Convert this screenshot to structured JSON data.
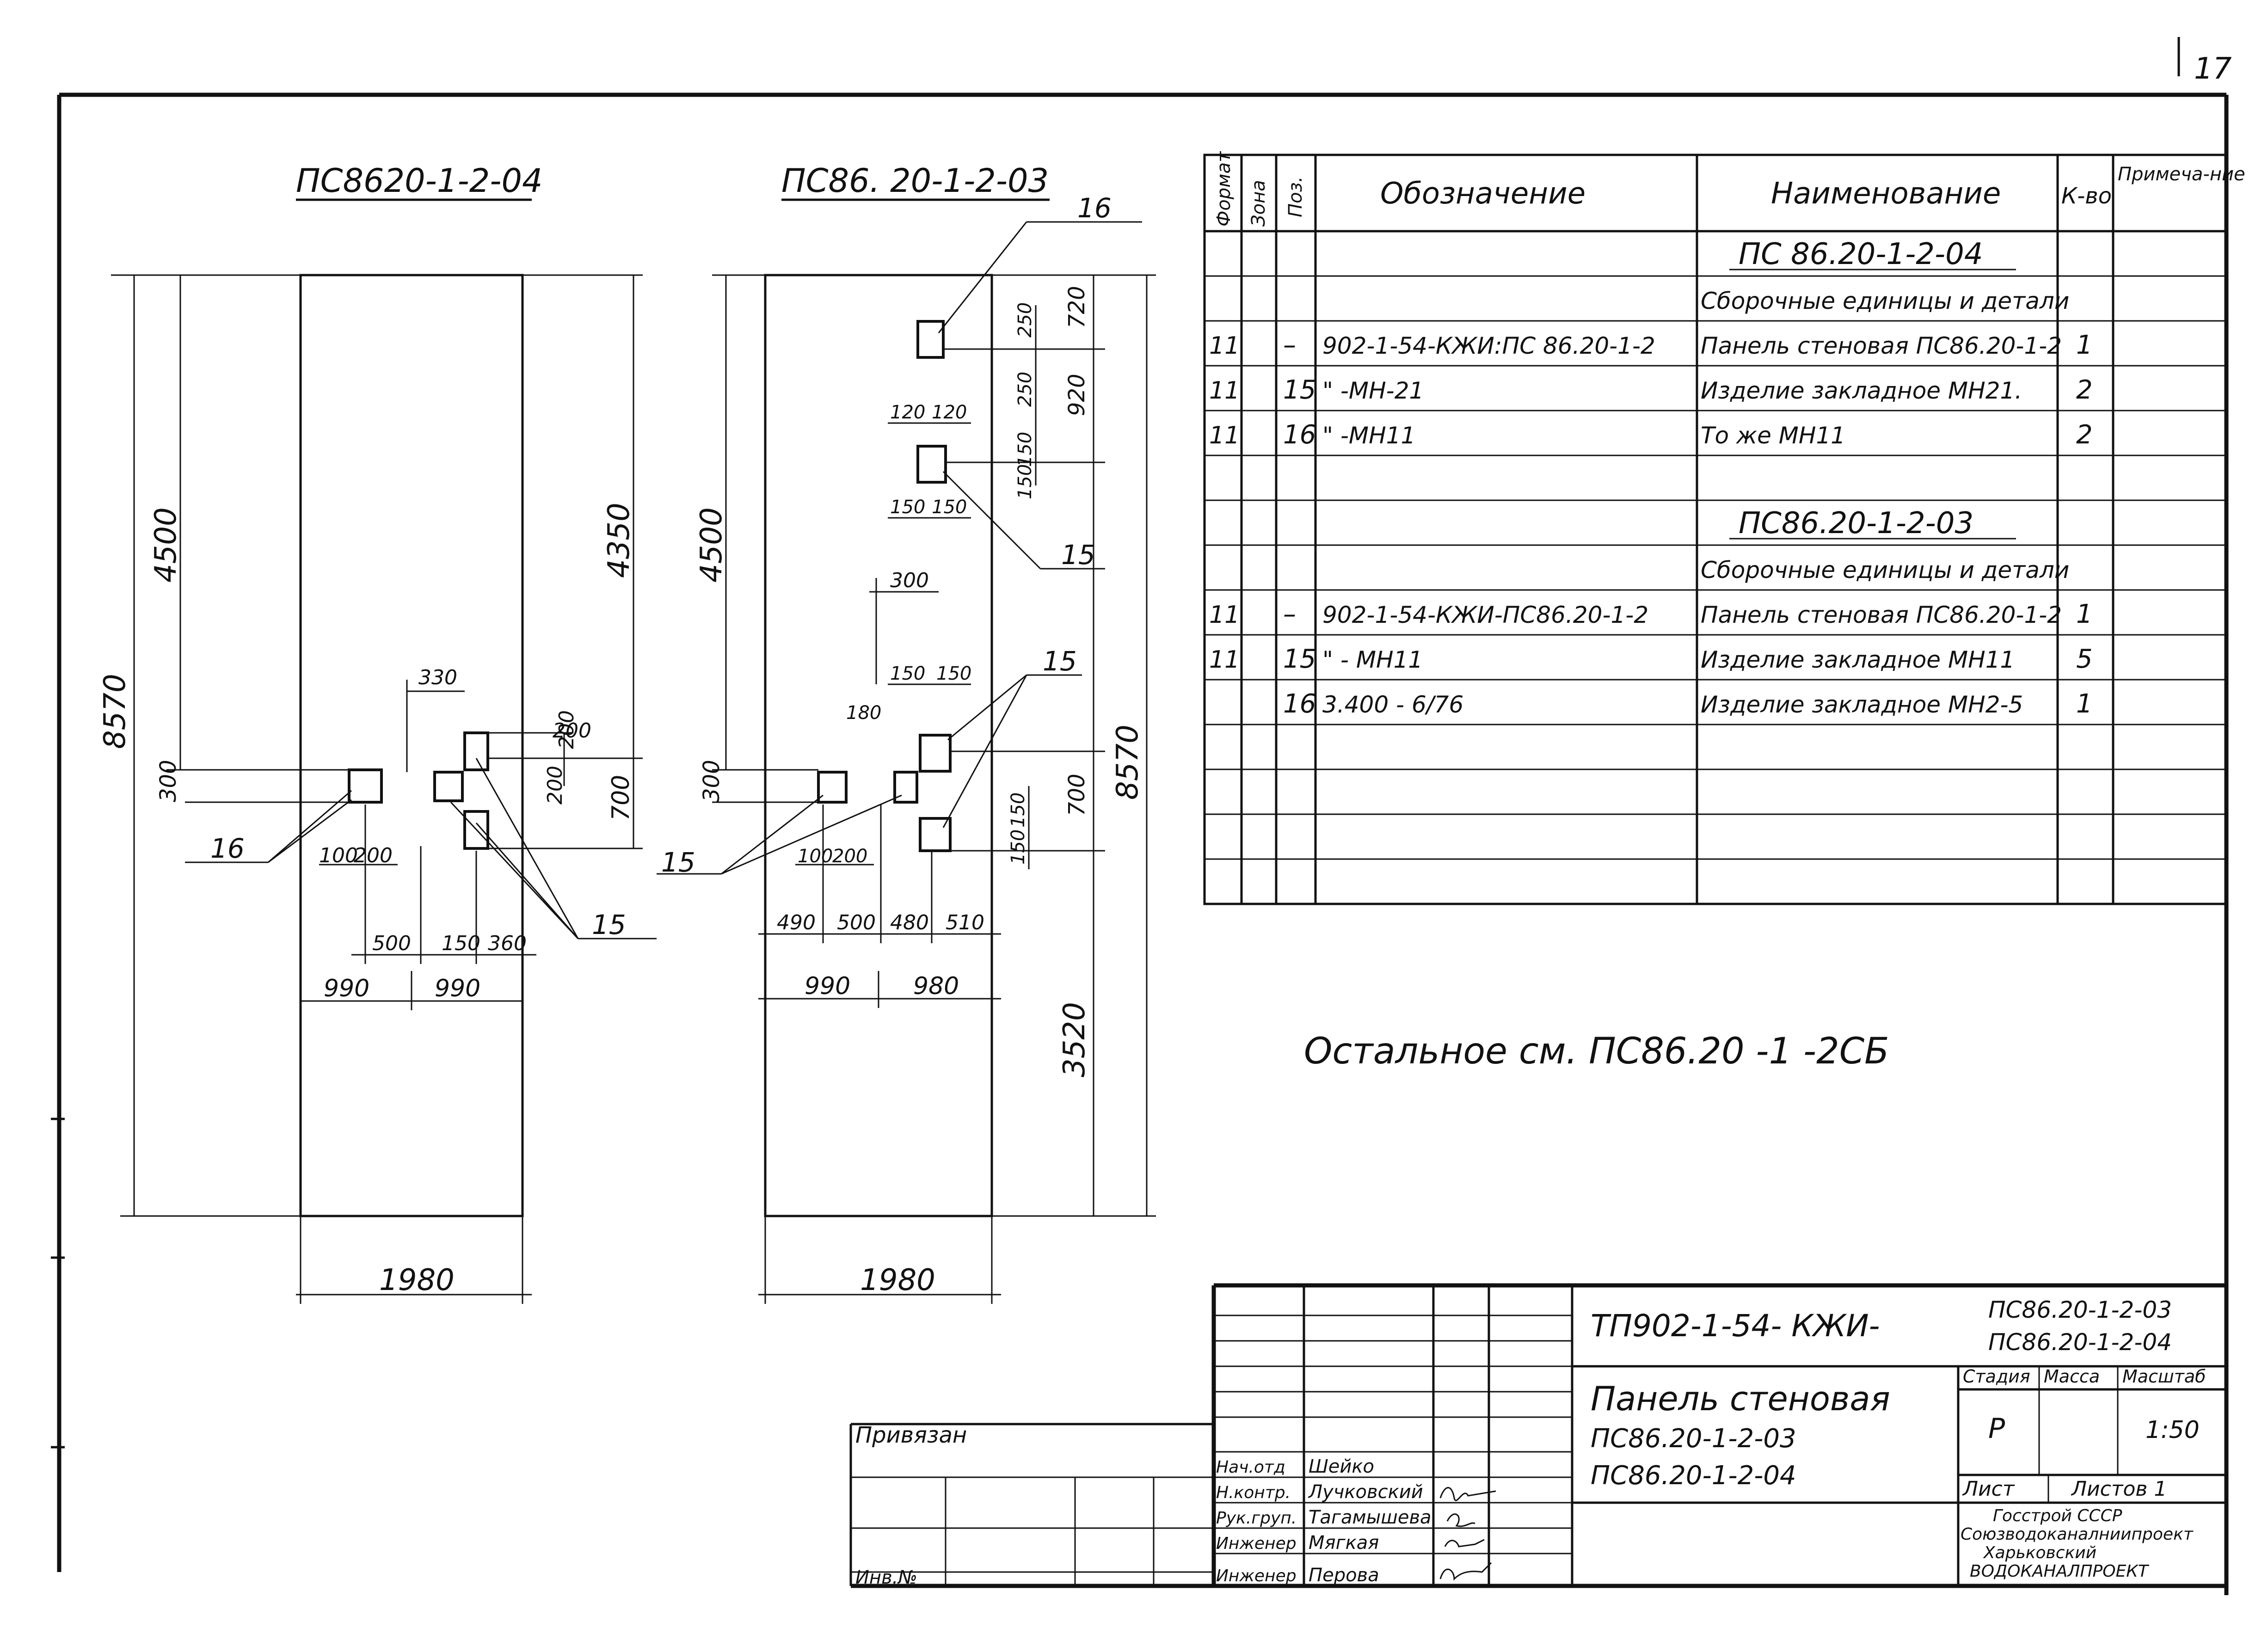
{
  "sheet": {
    "page_number": "17"
  },
  "drawings": {
    "left": {
      "title": "ПС8620-1-2-04",
      "dims": {
        "total_height": "8570",
        "upper_height": "4500",
        "right_height": "4350",
        "small_300": "300",
        "d_330": "330",
        "d_200a": "200",
        "d_200b": "200",
        "d_200c": "200",
        "d_700": "700",
        "d_100": "100",
        "d_200d": "200",
        "d_500": "500",
        "d_150": "150",
        "d_360": "360",
        "half_left": "990",
        "half_right": "990",
        "width": "1980"
      },
      "callouts": {
        "c16": "16",
        "c15": "15"
      }
    },
    "right": {
      "title": "ПС86. 20-1-2-03",
      "dims": {
        "upper_height": "4500",
        "total_height": "8570",
        "bottom_height": "3520",
        "d_720": "720",
        "d_250a": "250",
        "d_250b": "250",
        "d_920": "920",
        "d_120a": "120",
        "d_120b": "120",
        "d_150a": "150",
        "d_150b": "150",
        "d_150c": "150",
        "d_150d": "150",
        "d_300": "300",
        "d_150e": "150",
        "d_150f": "150",
        "d_180": "180",
        "small_300": "300",
        "d_700": "700",
        "d_150g": "150",
        "d_150h": "150",
        "d_100": "100",
        "d_200": "200",
        "d_490": "490",
        "d_500": "500",
        "d_480": "480",
        "d_510": "510",
        "half_left": "990",
        "half_right": "980",
        "width": "1980"
      },
      "callouts": {
        "c16": "16",
        "c15a": "15",
        "c15b": "15",
        "c15c": "15"
      }
    }
  },
  "spec_table": {
    "headers": {
      "format": "Формат",
      "zone": "Зона",
      "pos": "Поз.",
      "designation": "Обозначение",
      "name": "Наименование",
      "qty": "К-во",
      "note": "Примеча-ние"
    },
    "rows": [
      {
        "format": "",
        "zone": "",
        "pos": "",
        "designation": "",
        "name": "ПС 86.20-1-2-04",
        "qty": "",
        "note": ""
      },
      {
        "format": "",
        "zone": "",
        "pos": "",
        "designation": "",
        "name": "Сборочные единицы и детали",
        "qty": "",
        "note": ""
      },
      {
        "format": "11",
        "zone": "",
        "pos": "–",
        "designation": "902-1-54-КЖИ:ПС 86.20-1-2",
        "name": "Панель стеновая ПС86.20-1-2",
        "qty": "1",
        "note": ""
      },
      {
        "format": "11",
        "zone": "",
        "pos": "15",
        "designation": "\"          -МН-21",
        "name": "Изделие закладное МН21.",
        "qty": "2",
        "note": ""
      },
      {
        "format": "11",
        "zone": "",
        "pos": "16",
        "designation": "\"          -МН11",
        "name": "То же          МН11",
        "qty": "2",
        "note": ""
      },
      {
        "format": "",
        "zone": "",
        "pos": "",
        "designation": "",
        "name": "",
        "qty": "",
        "note": ""
      },
      {
        "format": "",
        "zone": "",
        "pos": "",
        "designation": "",
        "name": "ПС86.20-1-2-03",
        "qty": "",
        "note": ""
      },
      {
        "format": "",
        "zone": "",
        "pos": "",
        "designation": "",
        "name": "Сборочные единицы и детали",
        "qty": "",
        "note": ""
      },
      {
        "format": "11",
        "zone": "",
        "pos": "–",
        "designation": "902-1-54-КЖИ-ПС86.20-1-2",
        "name": "Панель стеновая ПС86.20-1-2",
        "qty": "1",
        "note": ""
      },
      {
        "format": "11",
        "zone": "",
        "pos": "15",
        "designation": "\"          - МН11",
        "name": "Изделие закладное МН11",
        "qty": "5",
        "note": ""
      },
      {
        "format": "",
        "zone": "",
        "pos": "16",
        "designation": "3.400 - 6/76",
        "name": "Изделие закладное МН2-5",
        "qty": "1",
        "note": ""
      },
      {
        "format": "",
        "zone": "",
        "pos": "",
        "designation": "",
        "name": "",
        "qty": "",
        "note": ""
      },
      {
        "format": "",
        "zone": "",
        "pos": "",
        "designation": "",
        "name": "",
        "qty": "",
        "note": ""
      },
      {
        "format": "",
        "zone": "",
        "pos": "",
        "designation": "",
        "name": "",
        "qty": "",
        "note": ""
      },
      {
        "format": "",
        "zone": "",
        "pos": "",
        "designation": "",
        "name": "",
        "qty": "",
        "note": ""
      }
    ]
  },
  "remark": "Остальное  см. ПС86.20 -1 -2СБ",
  "title_block": {
    "doc_code": "ТП902-1-54- КЖИ-",
    "doc_sub1": "ПС86.20-1-2-03",
    "doc_sub2": "ПС86.20-1-2-04",
    "title_line1": "Панель стеновая",
    "title_line2": "ПС86.20-1-2-03",
    "title_line3": "ПС86.20-1-2-04",
    "stage_label": "Стадия",
    "mass_label": "Масса",
    "scale_label": "Масштаб",
    "stage_value": "Р",
    "scale_value": "1:50",
    "sheet_label": "Лист",
    "sheets_label": "Листов 1",
    "org_line1": "Госстрой СССР",
    "org_line2": "Союзводоканалниипроект",
    "org_line3": "Харьковский",
    "org_line4": "ВОДОКАНАЛПРОЕКТ",
    "staff": [
      {
        "role": "Нач.отд",
        "name": "Шейко"
      },
      {
        "role": "Н.контр.",
        "name": "Лучковский"
      },
      {
        "role": "Рук.груп.",
        "name": "Тагамышева"
      },
      {
        "role": "Инженер",
        "name": "Мягкая"
      },
      {
        "role": "Инженер",
        "name": "Перова"
      }
    ],
    "linked": "Привязан",
    "inv": "Инв.№"
  }
}
